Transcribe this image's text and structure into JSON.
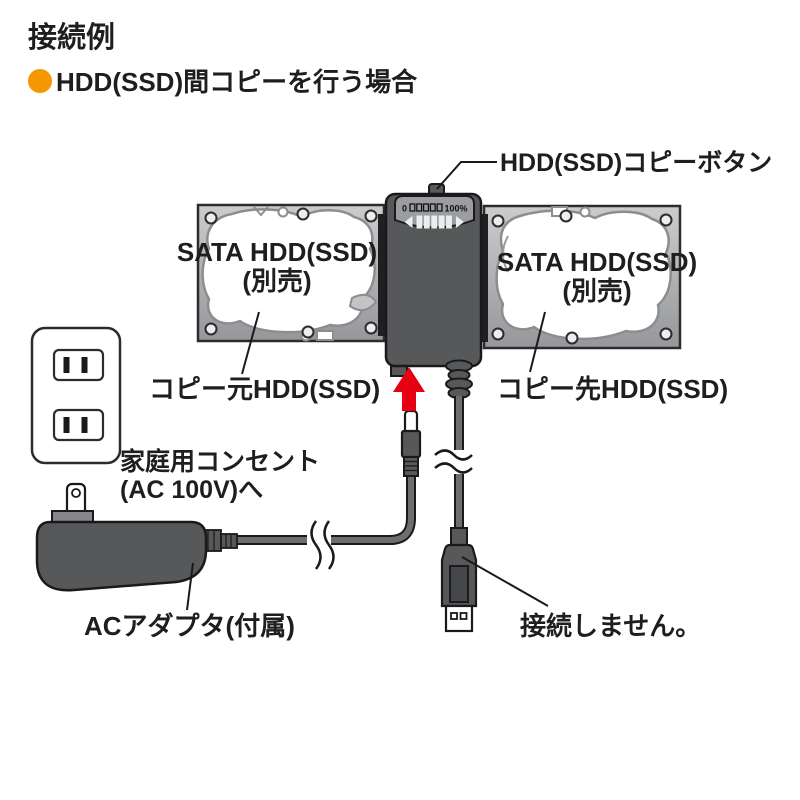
{
  "header": {
    "title": "接続例",
    "bullet_heading": "HDD(SSD)間コピーを行う場合"
  },
  "labels": {
    "copy_button": "HDD(SSD)コピーボタン",
    "left_hdd_line1": "SATA HDD(SSD)",
    "left_hdd_line2": "(別売)",
    "right_hdd_line1": "SATA HDD(SSD)",
    "right_hdd_line2": "(別売)",
    "source_hdd": "コピー元HDD(SSD)",
    "dest_hdd": "コピー先HDD(SSD)",
    "outlet_line1": "家庭用コンセント",
    "outlet_line2": "(AC 100V)へ",
    "ac_adapter": "ACアダプタ(付属)",
    "usb_note": "接続しません。"
  },
  "device_display": {
    "min": "0",
    "max": "100%",
    "meter_segment_count": 5,
    "progress_bar_count": 5
  },
  "colors": {
    "bullet_orange": "#f39800",
    "arrow_red": "#e60012",
    "device_gray": "#57585a",
    "hdd_tray_gray": "#c3c4c6",
    "cable_gray": "#6d6e70",
    "text_black": "#1e1e1c"
  }
}
